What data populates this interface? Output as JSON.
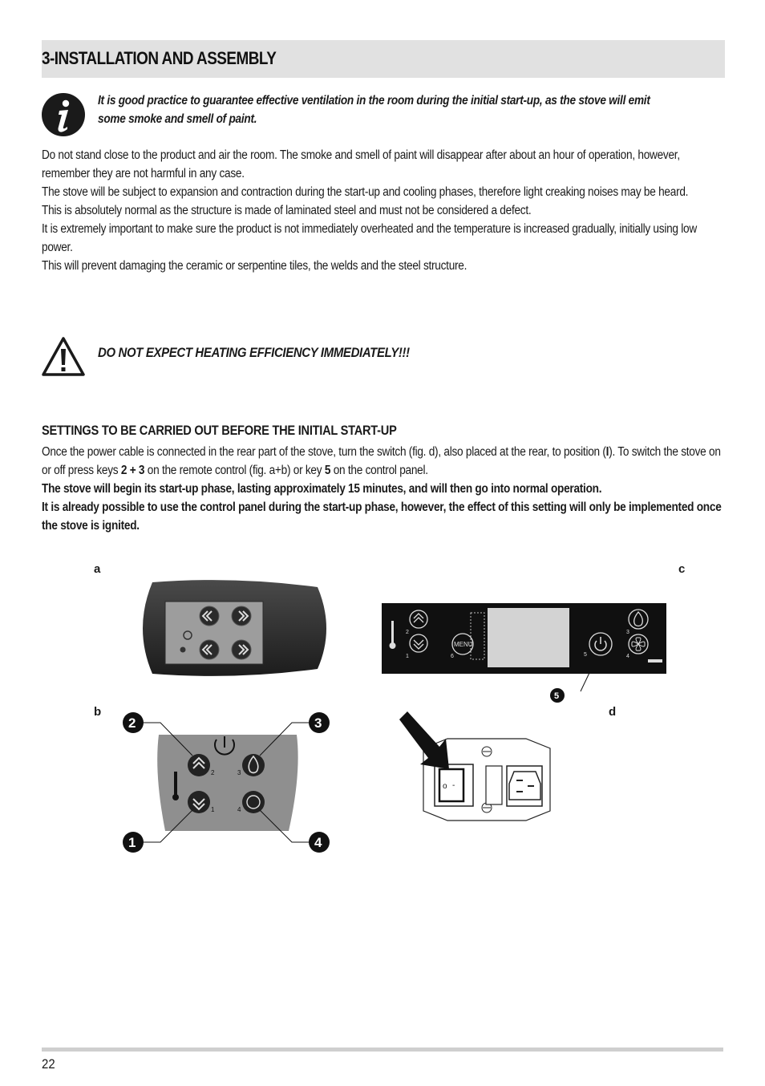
{
  "section": {
    "title": "3-INSTALLATION AND ASSEMBLY"
  },
  "info_note": "It is good practice to guarantee effective ventilation in the room during the initial start-up, as the stove will emit some smoke and smell of paint.",
  "body_paragraphs": [
    "Do not stand close to the product and air the room. The smoke and smell of paint will disappear after about an hour of operation, however, remember they are not harmful in any case.",
    "The stove will be subject to expansion and contraction during the start-up and cooling phases, therefore light creaking noises may be heard.",
    "This is absolutely normal as the structure is made of laminated steel and must not be considered a defect.",
    "It is extremely important to make sure the product is not immediately overheated and the temperature is increased gradually, initially using low power.",
    "This will prevent damaging the ceramic or serpentine tiles, the welds and the steel structure."
  ],
  "warning": "DO NOT EXPECT HEATING EFFICIENCY IMMEDIATELY!!!",
  "settings": {
    "heading": "SETTINGS TO BE CARRIED OUT BEFORE THE INITIAL START-UP",
    "p1_a": "Once the power cable is connected in the rear part of the stove, turn the switch (fig. d), also placed at the rear, to position (",
    "p1_b": "I",
    "p1_c": "). To switch the stove on or off press keys ",
    "p1_d": "2 + 3",
    "p1_e": " on the remote control (fig. a+b) or key ",
    "p1_f": "5",
    "p1_g": " on the control panel.",
    "bold1": "The stove will begin its start-up phase, lasting approximately 15 minutes, and will then go into normal operation.",
    "bold2": "It is already possible to use the control panel during the start-up phase, however, the effect of this setting will only be implemented once the stove is ignited."
  },
  "figures": {
    "a": "a",
    "b": "b",
    "c": "c",
    "d": "d",
    "b_callouts": [
      "1",
      "2",
      "3",
      "4"
    ],
    "b_key_numbers": [
      "1",
      "2",
      "3",
      "4"
    ],
    "c_menu": "MENU",
    "c_key_numbers": [
      "1",
      "2",
      "3",
      "4",
      "5",
      "6"
    ],
    "c_callout": "5",
    "d_switch": [
      "o",
      "-"
    ]
  },
  "page_number": "22",
  "icons": [
    "info-icon",
    "warning-icon",
    "thermometer-icon",
    "flame-icon",
    "fan-icon",
    "power-icon",
    "chevron-up-icon",
    "chevron-down-icon",
    "arrow-icon"
  ]
}
